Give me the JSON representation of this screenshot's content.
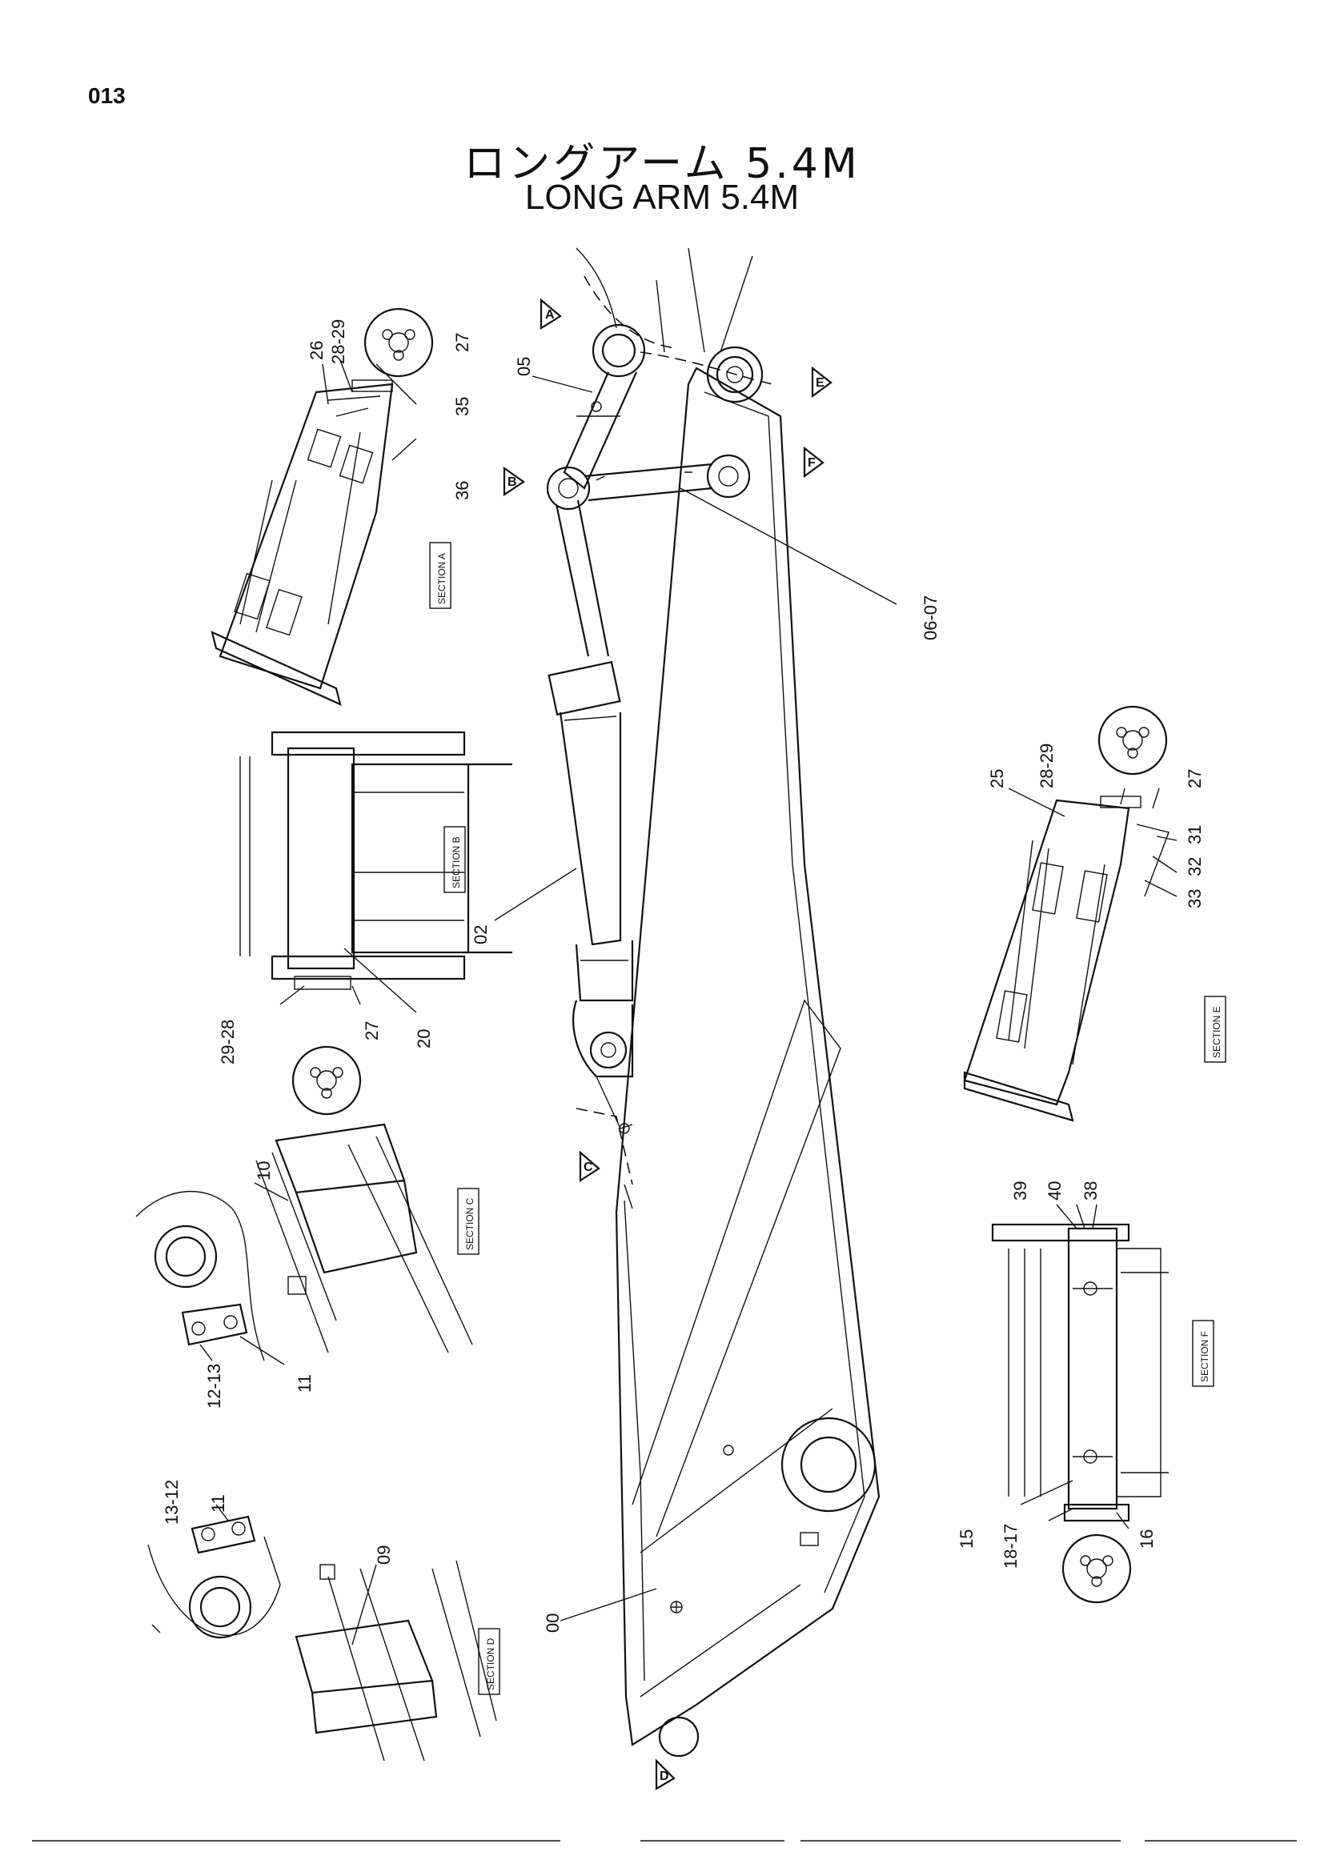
{
  "page_number": "013",
  "title_jp": "ロングアーム 5.4M",
  "title_en": "LONG ARM 5.4M",
  "callouts": {
    "c00": "00",
    "c02": "02",
    "c05": "05",
    "c0607": "06-07",
    "c09": "09",
    "c10": "10",
    "c11a": "11",
    "c11b": "11",
    "c1213a": "12-13",
    "c1312b": "13-12",
    "c15": "15",
    "c16": "16",
    "c1817": "18-17",
    "c20": "20",
    "c25": "25",
    "c26": "26",
    "c2829a": "28-29",
    "c27a": "27",
    "c35": "35",
    "c36": "36",
    "c2928b": "29-28",
    "c27b": "27",
    "c2829e": "28-29",
    "c27e": "27",
    "c31": "31",
    "c32": "32",
    "c33": "33",
    "c39": "39",
    "c40": "40",
    "c38": "38"
  },
  "sections": {
    "a": "SECTION A",
    "b": "SECTION B",
    "c": "SECTION C",
    "d": "SECTION D",
    "e": "SECTION E",
    "f": "SECTION F"
  },
  "markers": {
    "a": "A",
    "b": "B",
    "c": "C",
    "d": "D",
    "e": "E",
    "f": "F"
  }
}
